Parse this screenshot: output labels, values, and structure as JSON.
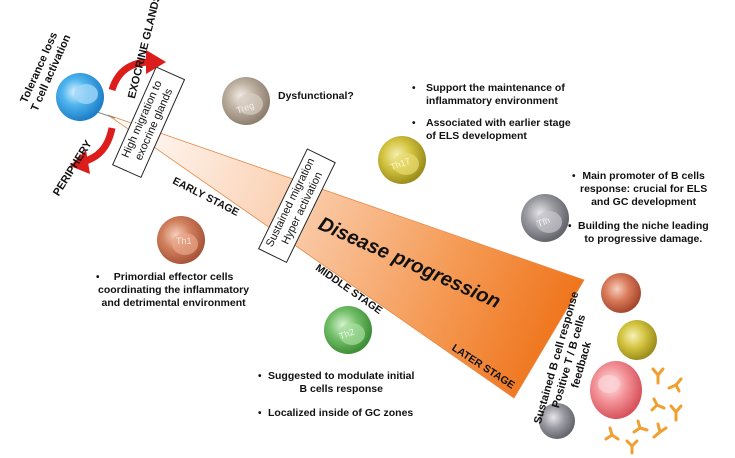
{
  "top_left": {
    "line1": "Tolerance loss",
    "line2": "T cell activation"
  },
  "exocrine": "EXOCRINE GLANDS",
  "periphery": "PERIPHERY",
  "box_migration": {
    "line1": "High migration to",
    "line2": "exocrine glands"
  },
  "box_sustained": {
    "line1": "Sustained migration",
    "line2": "Hyper activation"
  },
  "stages": {
    "early": "EARLY STAGE",
    "middle": "MIDDLE STAGE",
    "later": "LATER STAGE"
  },
  "disease": "Disease progression",
  "cells": {
    "treg": "Treg",
    "th1": "Th1",
    "th17": "Th17",
    "th2": "Th2",
    "tfh": "Tfh"
  },
  "treg_note": "Dysfunctional?",
  "th17_notes": [
    [
      "Support the maintenance of",
      "inflammatory environment"
    ],
    [
      "Associated with earlier stage",
      "of ELS development"
    ]
  ],
  "tfh_notes": [
    [
      "Main promoter of B cells",
      "response: crucial for ELS",
      "and GC development"
    ],
    [
      "Building the niche leading",
      "to progressive damage."
    ]
  ],
  "th1_notes": [
    [
      "Primordial effector cells",
      "coordinating the inflammatory",
      "and detrimental environment"
    ]
  ],
  "th2_notes": [
    [
      "Suggested to modulate initial",
      "B cells response"
    ],
    [
      "Localized inside of GC zones"
    ]
  ],
  "feedback": {
    "line1": "Sustained B cell response",
    "line2": "Positive T / B cells",
    "line3": "feedback"
  },
  "bullet": "•",
  "colors": {
    "blue_cell": "#3aa7e6",
    "treg": "#b8a89a",
    "th1": "#cc7a58",
    "th17": "#cdbd3a",
    "th2": "#6ab862",
    "tfh": "#8e8e95",
    "pink": "#f08a8f",
    "orange": "#f07c1e",
    "arrow_red": "#dd1c1c",
    "antibody": "#f0a030"
  }
}
